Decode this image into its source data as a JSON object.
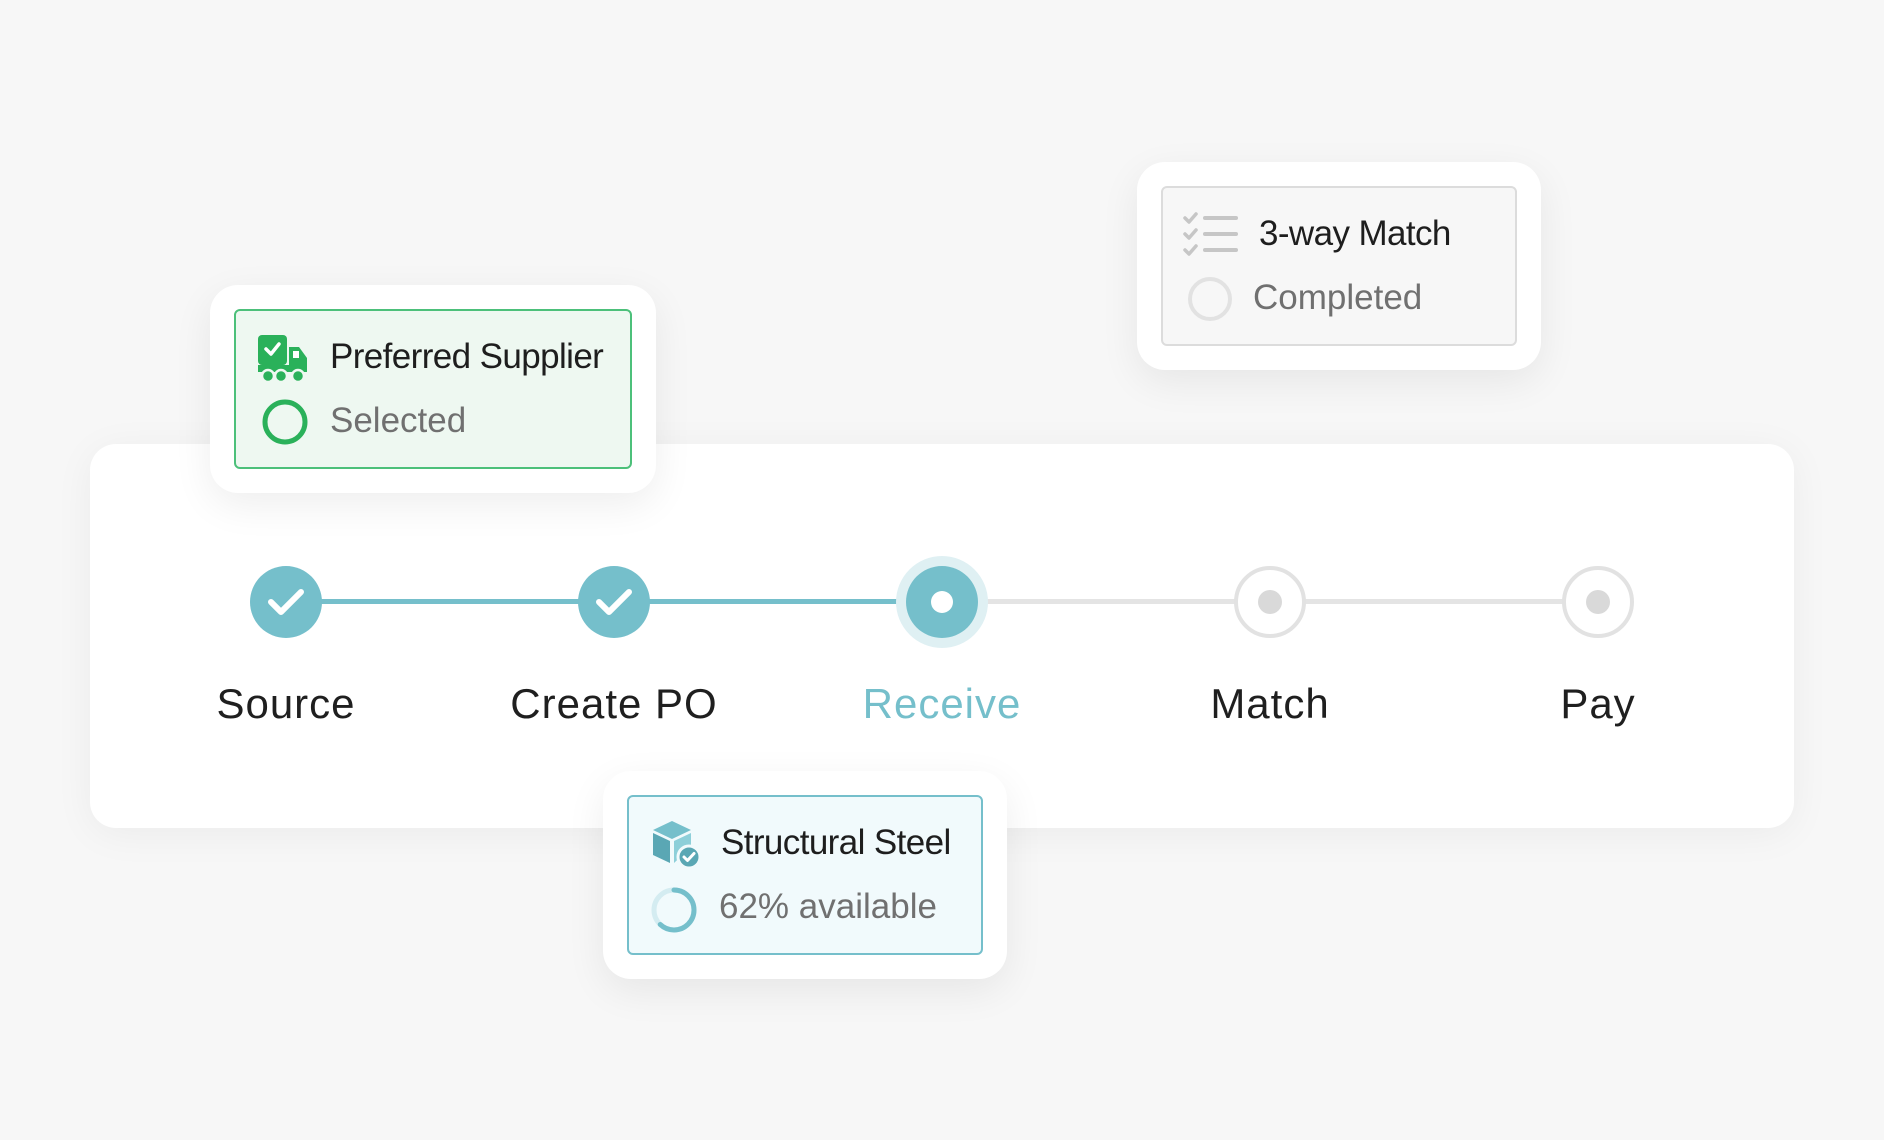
{
  "colors": {
    "accent": "#75bfcb",
    "accent_light": "#dff0f3",
    "pending": "#e2e2e2",
    "success": "#2ab15a",
    "success_bg": "#eef8f1",
    "info_bg": "#f1fafc",
    "page_bg": "#f7f7f7"
  },
  "stepper": {
    "progress_percent": 50,
    "steps": [
      {
        "label": "Source",
        "state": "done"
      },
      {
        "label": "Create PO",
        "state": "done"
      },
      {
        "label": "Receive",
        "state": "current"
      },
      {
        "label": "Match",
        "state": "pending"
      },
      {
        "label": "Pay",
        "state": "pending"
      }
    ]
  },
  "cards": {
    "supplier": {
      "title": "Preferred Supplier",
      "status": "Selected",
      "icon": "truck-icon"
    },
    "match": {
      "title": "3-way Match",
      "status": "Completed",
      "icon": "checklist-icon"
    },
    "steel": {
      "title": "Structural Steel",
      "status": "62% available",
      "icon": "package-check-icon",
      "available_fraction": 0.62
    }
  }
}
